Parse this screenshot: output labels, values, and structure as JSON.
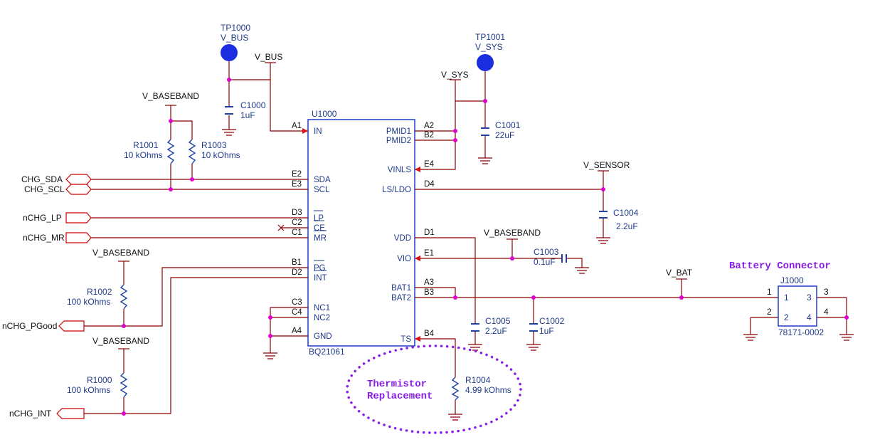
{
  "colors": {
    "wire": "#8b0000",
    "component": "#1e40a0",
    "junction": "#e000d0",
    "port_outline": "#cc0000",
    "pin_arrow": "#e01010",
    "annotation": "#8a1ee8",
    "testpoint_fill": "#1a2ee0"
  },
  "chip": {
    "ref": "U1000",
    "part": "BQ21061",
    "left_pins": [
      {
        "num": "A1",
        "name": "IN"
      },
      {
        "num": "E2",
        "name": "SDA"
      },
      {
        "num": "E3",
        "name": "SCL"
      },
      {
        "num": "D3",
        "name": "LP"
      },
      {
        "num": "C2",
        "name": "CE"
      },
      {
        "num": "C1",
        "name": "MR"
      },
      {
        "num": "B1",
        "name": "PG"
      },
      {
        "num": "D2",
        "name": "INT"
      },
      {
        "num": "C3",
        "name": "NC1"
      },
      {
        "num": "C4",
        "name": "NC2"
      },
      {
        "num": "A4",
        "name": "GND"
      }
    ],
    "right_pins": [
      {
        "num": "A2",
        "name": "PMID1"
      },
      {
        "num": "B2",
        "name": "PMID2"
      },
      {
        "num": "E4",
        "name": "VINLS"
      },
      {
        "num": "D4",
        "name": "LS/LDO"
      },
      {
        "num": "D1",
        "name": "VDD"
      },
      {
        "num": "E1",
        "name": "VIO"
      },
      {
        "num": "A3",
        "name": "BAT1"
      },
      {
        "num": "B3",
        "name": "BAT2"
      },
      {
        "num": "B4",
        "name": "TS"
      }
    ]
  },
  "testpoints": [
    {
      "ref": "TP1000",
      "net": "V_BUS"
    },
    {
      "ref": "TP1001",
      "net": "V_SYS"
    }
  ],
  "nets": {
    "v_bus": "V_BUS",
    "v_sys": "V_SYS",
    "v_baseband_r1001": "V_BASEBAND",
    "v_baseband_r1002": "V_BASEBAND",
    "v_baseband_r1000": "V_BASEBAND",
    "v_baseband_vio": "V_BASEBAND",
    "v_sensor": "V_SENSOR",
    "v_bat": "V_BAT"
  },
  "ports": {
    "chg_sda": "CHG_SDA",
    "chg_scl": "CHG_SCL",
    "nchg_lp": "nCHG_LP",
    "nchg_mr": "nCHG_MR",
    "nchg_pgood": "nCHG_PGood",
    "nchg_int": "nCHG_INT"
  },
  "capacitors": {
    "c1000": {
      "ref": "C1000",
      "value": "1uF"
    },
    "c1001": {
      "ref": "C1001",
      "value": "22uF"
    },
    "c1004": {
      "ref": "C1004",
      "value": "2.2uF"
    },
    "c1003": {
      "ref": "C1003",
      "value": "0.1uF"
    },
    "c1005": {
      "ref": "C1005",
      "value": "2.2uF"
    },
    "c1002": {
      "ref": "C1002",
      "value": "1uF"
    }
  },
  "resistors": {
    "r1001": {
      "ref": "R1001",
      "value": "10 kOhms"
    },
    "r1003": {
      "ref": "R1003",
      "value": "10 kOhms"
    },
    "r1002": {
      "ref": "R1002",
      "value": "100 kOhms"
    },
    "r1000": {
      "ref": "R1000",
      "value": "100 kOhms"
    },
    "r1004": {
      "ref": "R1004",
      "value": "4.99 kOhms"
    }
  },
  "connector": {
    "title": "Battery Connector",
    "ref": "J1000",
    "part": "78171-0002",
    "pins": [
      "1",
      "2",
      "3",
      "4"
    ]
  },
  "annotation": {
    "line1": "Thermistor",
    "line2": "Replacement"
  }
}
